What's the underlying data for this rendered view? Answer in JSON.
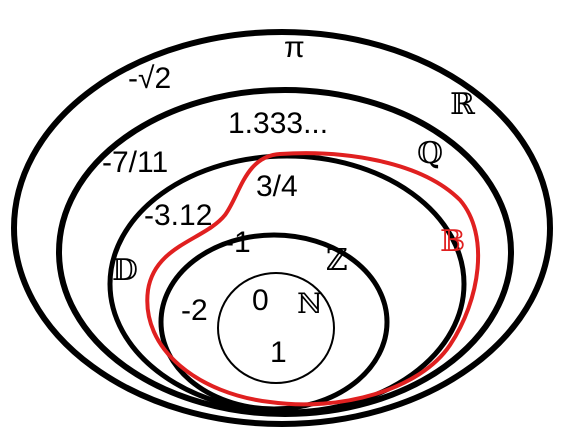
{
  "diagram": {
    "sets": {
      "reals": {
        "symbol": "ℝ"
      },
      "rationals": {
        "symbol": "ℚ"
      },
      "binary_fractions": {
        "symbol": "𝔹"
      },
      "decimals": {
        "symbol": "𝔻"
      },
      "integers": {
        "symbol": "ℤ"
      },
      "naturals": {
        "symbol": "ℕ"
      }
    },
    "elements": {
      "pi": "π",
      "neg_sqrt2": "-√2",
      "one_point_three": "1.333...",
      "neg_seven_elevenths": "-7/11",
      "three_quarters": "3/4",
      "neg_three_point_twelve": "-3.12",
      "neg_one": "-1",
      "neg_two": "-2",
      "zero": "0",
      "one": "1"
    },
    "colors": {
      "outline": "#000000",
      "binary_set": "#e02020",
      "background": "#ffffff"
    }
  }
}
